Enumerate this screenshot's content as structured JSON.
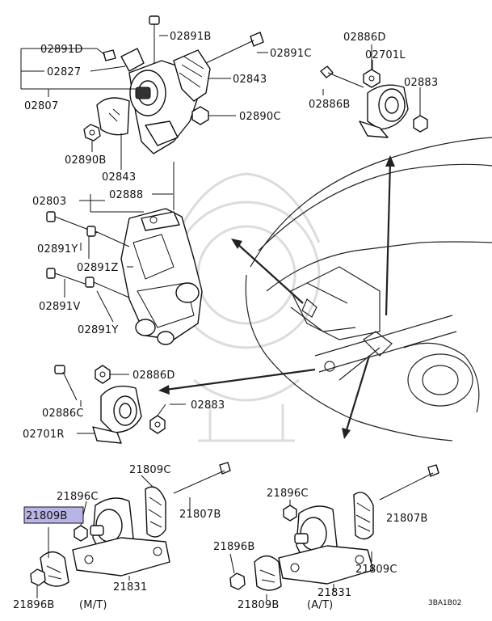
{
  "diagram_id": "3BA1B02",
  "labels": {
    "p02891D": "02891D",
    "p02891B": "02891B",
    "p02891C": "02891C",
    "p02827": "02827",
    "p02843_top": "02843",
    "p02807": "02807",
    "p02890C": "02890C",
    "p02890B": "02890B",
    "p02843_mid": "02843",
    "p02886D_top": "02886D",
    "p02701L": "02701L",
    "p02883_top": "02883",
    "p02886B": "02886B",
    "p02803": "02803",
    "p02888": "02888",
    "p02891Y_1": "02891Y",
    "p02891Z": "02891Z",
    "p02891V": "02891V",
    "p02891Y_2": "02891Y",
    "p02886D_mid": "02886D",
    "p02886C": "02886C",
    "p02883_mid": "02883",
    "p02701R": "02701R",
    "p21809C_left": "21809C",
    "p21896C_left": "21896C",
    "p21807B_left": "21807B",
    "p21809B_left": "21809B",
    "p21831_left": "21831",
    "p21896B_left": "21896B",
    "p21896C_right": "21896C",
    "p21807B_right": "21807B",
    "p21896B_right": "21896B",
    "p21831_right": "21831",
    "p21809C_right": "21809C",
    "p21809B_right": "21809B"
  },
  "captions": {
    "mt": "(M/T)",
    "at": "(A/T)"
  },
  "highlight": {
    "part": "21809B",
    "color": "#b9b4e6"
  }
}
